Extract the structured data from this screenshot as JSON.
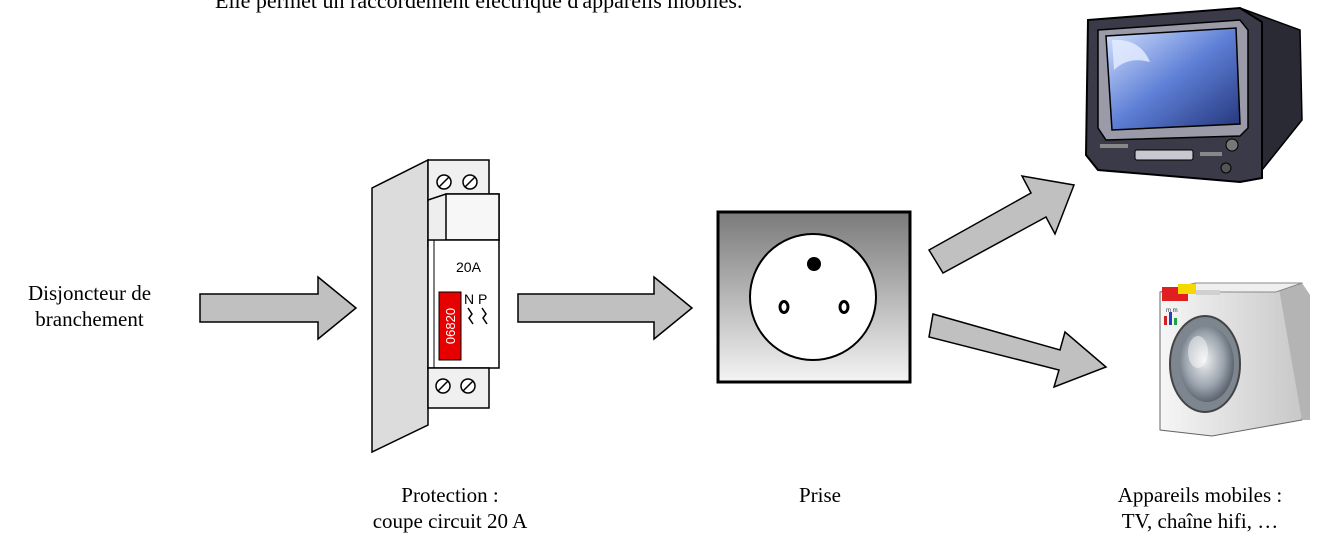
{
  "intro_text": "Elle permet un raccordement électrique d'appareils mobiles.",
  "source": {
    "label_line1": "Disjoncteur de",
    "label_line2": "branchement"
  },
  "protection": {
    "label_line1": "Protection :",
    "label_line2": "coupe circuit 20 A",
    "rating_text": "20A",
    "fuse_code": "06820",
    "pole_labels": "N P"
  },
  "socket": {
    "label": "Prise"
  },
  "devices": {
    "label_line1": "Appareils mobiles :",
    "label_line2": "TV, chaîne hifi, …",
    "items": [
      "tv-icon",
      "washing-machine-icon"
    ]
  },
  "colors": {
    "arrow_fill": "#c0c0c0",
    "fuse_red": "#e60000",
    "socket_gradient_dark": "#7a7a7a",
    "socket_gradient_light": "#f2f2f2"
  }
}
